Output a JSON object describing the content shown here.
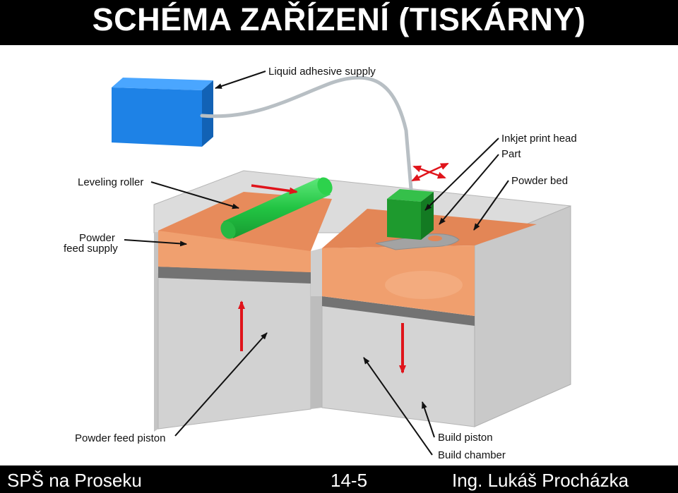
{
  "header": {
    "title": "SCHÉMA ZAŘÍZENÍ (TISKÁRNY)"
  },
  "diagram": {
    "labels": {
      "liquid_adhesive_supply": "Liquid adhesive supply",
      "inkjet_print_head": "Inkjet print head",
      "part": "Part",
      "leveling_roller": "Leveling roller",
      "powder_bed": "Powder bed",
      "powder_feed_supply_line1": "Powder",
      "powder_feed_supply_line2": "feed supply",
      "powder_feed_piston": "Powder feed piston",
      "build_piston": "Build piston",
      "build_chamber": "Build chamber"
    },
    "colors": {
      "adhesive_box": "#1e82e6",
      "roller": "#22cc44",
      "print_head": "#1e9a2e",
      "powder": "#e98d5e",
      "walls": "#c9c9c9",
      "piston": "#888888",
      "arrows_motion": "#e0141b"
    }
  },
  "footer": {
    "school": "SPŠ na Proseku",
    "slide_number": "14-5",
    "author": "Ing. Lukáš Procházka"
  }
}
